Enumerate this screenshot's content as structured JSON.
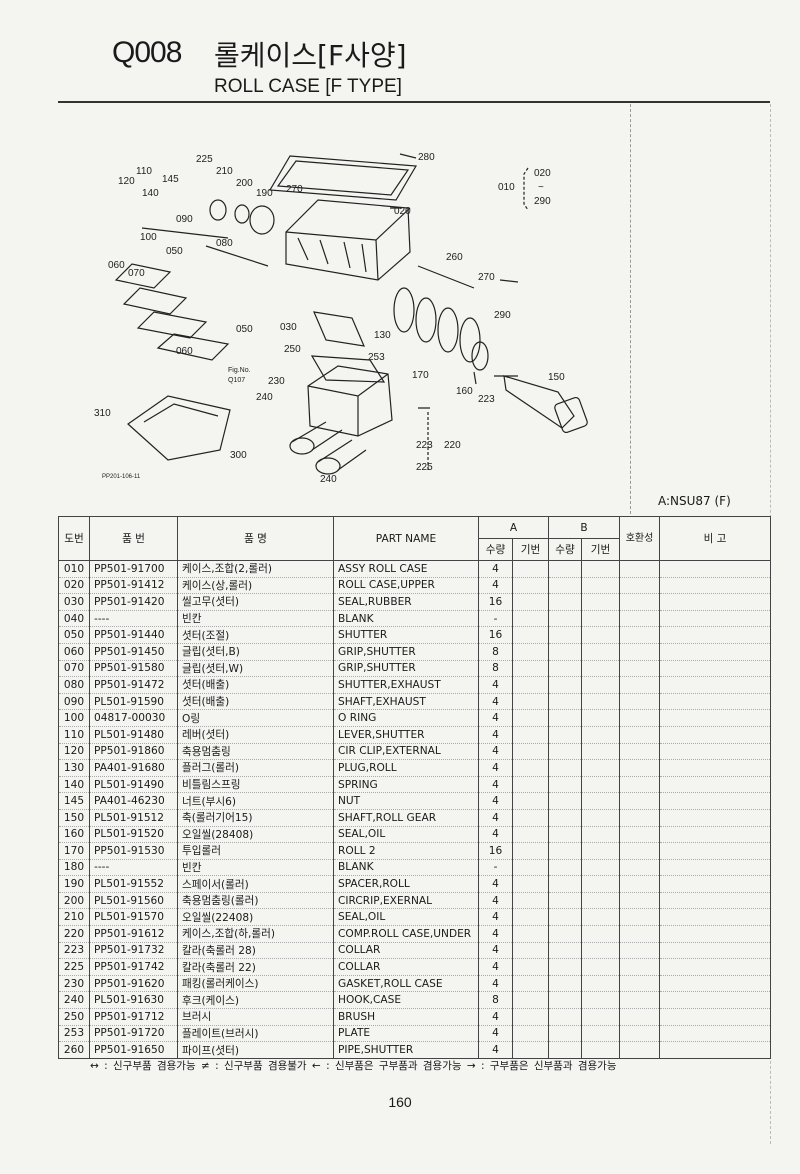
{
  "header": {
    "code": "Q008",
    "title_ko": "롤케이스[F사양]",
    "title_en": "ROLL CASE [F TYPE]"
  },
  "diagram": {
    "labels": [
      "225",
      "110",
      "210",
      "120",
      "145",
      "200",
      "140",
      "190",
      "270",
      "280",
      "020",
      "010",
      "020",
      "~",
      "290",
      "090",
      "100",
      "080",
      "050",
      "060",
      "070",
      "260",
      "270",
      "290",
      "050",
      "030",
      "130",
      "060",
      "250",
      "253",
      "170",
      "150",
      "Fig.No.",
      "Q107",
      "230",
      "160",
      "223",
      "240",
      "310",
      "223",
      "220",
      "300",
      "225",
      "240",
      "PP201-106-11"
    ]
  },
  "model_label": "A:NSU87 (F)",
  "table": {
    "headers": {
      "ref": "도번",
      "part_no": "품 번",
      "name_ko": "품 명",
      "part_name": "PART NAME",
      "group_a": "A",
      "group_b": "B",
      "qty_a": "수량",
      "base_a": "기번",
      "qty_b": "수량",
      "base_b": "기번",
      "compat": "호환성",
      "remarks": "비 고"
    },
    "rows": [
      {
        "ref": "010",
        "part_no": "PP501-91700",
        "name_ko": "케이스,조합(2,롤러)",
        "part_name": "ASSY ROLL CASE",
        "qty": "4"
      },
      {
        "ref": "020",
        "part_no": "PP501-91412",
        "name_ko": "케이스(상,롤러)",
        "part_name": "ROLL CASE,UPPER",
        "qty": "4"
      },
      {
        "ref": "030",
        "part_no": "PP501-91420",
        "name_ko": "씰고무(셧터)",
        "part_name": "SEAL,RUBBER",
        "qty": "16"
      },
      {
        "ref": "040",
        "part_no": "----",
        "name_ko": "빈칸",
        "part_name": "BLANK",
        "qty": "-"
      },
      {
        "ref": "050",
        "part_no": "PP501-91440",
        "name_ko": "셧터(조절)",
        "part_name": "SHUTTER",
        "qty": "16"
      },
      {
        "ref": "060",
        "part_no": "PP501-91450",
        "name_ko": "글립(셧터,B)",
        "part_name": "GRIP,SHUTTER",
        "qty": "8"
      },
      {
        "ref": "070",
        "part_no": "PP501-91580",
        "name_ko": "글립(셧터,W)",
        "part_name": "GRIP,SHUTTER",
        "qty": "8"
      },
      {
        "ref": "080",
        "part_no": "PP501-91472",
        "name_ko": "셧터(배출)",
        "part_name": "SHUTTER,EXHAUST",
        "qty": "4"
      },
      {
        "ref": "090",
        "part_no": "PL501-91590",
        "name_ko": "셧터(배출)",
        "part_name": "SHAFT,EXHAUST",
        "qty": "4"
      },
      {
        "ref": "100",
        "part_no": "04817-00030",
        "name_ko": "O링",
        "part_name": "O RING",
        "qty": "4"
      },
      {
        "ref": "110",
        "part_no": "PL501-91480",
        "name_ko": "레버(셧터)",
        "part_name": "LEVER,SHUTTER",
        "qty": "4"
      },
      {
        "ref": "120",
        "part_no": "PP501-91860",
        "name_ko": "축용멈춤링",
        "part_name": "CIR CLIP,EXTERNAL",
        "qty": "4"
      },
      {
        "ref": "130",
        "part_no": "PA401-91680",
        "name_ko": "플러그(롤러)",
        "part_name": "PLUG,ROLL",
        "qty": "4"
      },
      {
        "ref": "140",
        "part_no": "PL501-91490",
        "name_ko": "비틀림스프링",
        "part_name": "SPRING",
        "qty": "4"
      },
      {
        "ref": "145",
        "part_no": "PA401-46230",
        "name_ko": "너트(부시6)",
        "part_name": "NUT",
        "qty": "4"
      },
      {
        "ref": "150",
        "part_no": "PL501-91512",
        "name_ko": "축(롤러기어15)",
        "part_name": "SHAFT,ROLL GEAR",
        "qty": "4"
      },
      {
        "ref": "160",
        "part_no": "PL501-91520",
        "name_ko": "오일씰(28408)",
        "part_name": "SEAL,OIL",
        "qty": "4"
      },
      {
        "ref": "170",
        "part_no": "PP501-91530",
        "name_ko": "투입롤러",
        "part_name": "ROLL 2",
        "qty": "16"
      },
      {
        "ref": "180",
        "part_no": "----",
        "name_ko": "빈칸",
        "part_name": "BLANK",
        "qty": "-"
      },
      {
        "ref": "190",
        "part_no": "PL501-91552",
        "name_ko": "스페이서(롤러)",
        "part_name": "SPACER,ROLL",
        "qty": "4"
      },
      {
        "ref": "200",
        "part_no": "PL501-91560",
        "name_ko": "축용멈춤링(롤러)",
        "part_name": "CIRCRIP,EXERNAL",
        "qty": "4"
      },
      {
        "ref": "210",
        "part_no": "PL501-91570",
        "name_ko": "오일씰(22408)",
        "part_name": "SEAL,OIL",
        "qty": "4"
      },
      {
        "ref": "220",
        "part_no": "PP501-91612",
        "name_ko": "케이스,조합(하,롤러)",
        "part_name": "COMP.ROLL CASE,UNDER",
        "qty": "4"
      },
      {
        "ref": "223",
        "part_no": "PP501-91732",
        "name_ko": "칼라(축롤러 28)",
        "part_name": "COLLAR",
        "qty": "4"
      },
      {
        "ref": "225",
        "part_no": "PP501-91742",
        "name_ko": "칼라(축롤러 22)",
        "part_name": "COLLAR",
        "qty": "4"
      },
      {
        "ref": "230",
        "part_no": "PP501-91620",
        "name_ko": "패킹(롤러케이스)",
        "part_name": "GASKET,ROLL CASE",
        "qty": "4"
      },
      {
        "ref": "240",
        "part_no": "PL501-91630",
        "name_ko": "후크(케이스)",
        "part_name": "HOOK,CASE",
        "qty": "8"
      },
      {
        "ref": "250",
        "part_no": "PP501-91712",
        "name_ko": "브러시",
        "part_name": "BRUSH",
        "qty": "4"
      },
      {
        "ref": "253",
        "part_no": "PP501-91720",
        "name_ko": "플레이트(브러시)",
        "part_name": "PLATE",
        "qty": "4"
      },
      {
        "ref": "260",
        "part_no": "PP501-91650",
        "name_ko": "파이프(셧터)",
        "part_name": "PIPE,SHUTTER",
        "qty": "4"
      }
    ]
  },
  "legend": "↔ : 신구부품 겸용가능   ≠ : 신구부품 겸용불가   ← : 신부품은 구부품과 겸용가능   → : 구부품은 신부품과 겸용가능",
  "page_number": "160"
}
